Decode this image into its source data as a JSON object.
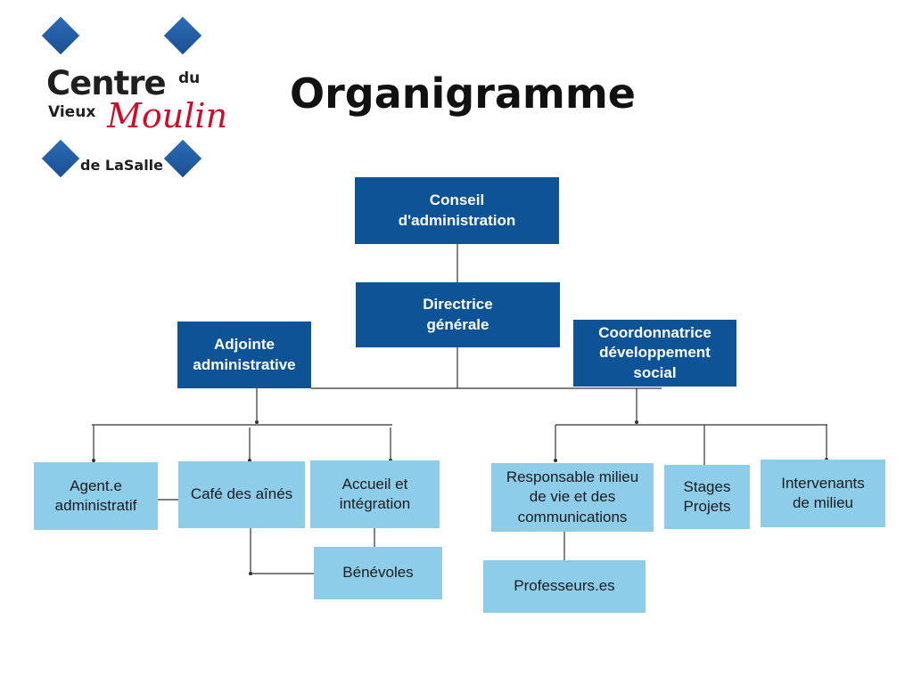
{
  "logo": {
    "centre": "Centre",
    "du": "du",
    "vieux": "Vieux",
    "moulin": "Moulin",
    "lasalle": "de LaSalle"
  },
  "title": "Organigramme",
  "boxes": {
    "conseil": "Conseil\nd'administration",
    "directrice": "Directrice\ngénérale",
    "adjointe": "Adjointe\nadministrative",
    "coordonnatrice": "Coordonnatrice\n développement\nsocial",
    "agent": "Agent.e\nadministratif",
    "cafe": "Café des aînés",
    "accueil": "Accueil et\nintégration",
    "benevoles": "Bénévoles",
    "responsable": "Responsable milieu\nde vie et des\ncommunications",
    "stages": "Stages\nProjets",
    "intervenants": "Intervenants\nde milieu",
    "professeurs": "Professeurs.es"
  },
  "colors": {
    "dark_box": "#0e5396",
    "light_box": "#8ecdea",
    "brand_red": "#c8102e"
  }
}
